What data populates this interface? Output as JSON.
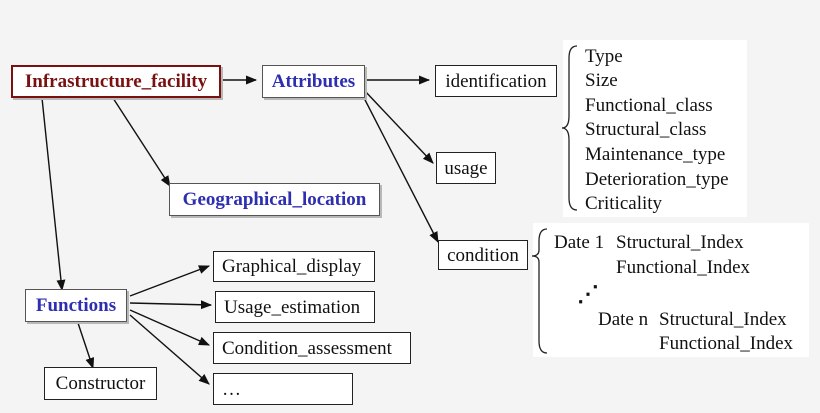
{
  "nodes": {
    "infrastructure_facility": "Infrastructure_facility",
    "attributes": "Attributes",
    "identification": "identification",
    "usage": "usage",
    "condition": "condition",
    "geographical_location": "Geographical_location",
    "functions": "Functions",
    "constructor": "Constructor",
    "graphical_display": "Graphical_display",
    "usage_estimation": "Usage_estimation",
    "condition_assessment": "Condition_assessment",
    "ellipsis": "…"
  },
  "identification_list": [
    "Type",
    "Size",
    "Functional_class",
    "Structural_class",
    "Maintenance_type",
    "Deterioration_type",
    "Criticality"
  ],
  "condition_list": {
    "date1": "Date 1",
    "date1_structural": "Structural_Index",
    "date1_functional": "Functional_Index",
    "dots": "⋰",
    "daten": "Date n",
    "daten_structural": "Structural_Index",
    "daten_functional": "Functional_Index"
  }
}
